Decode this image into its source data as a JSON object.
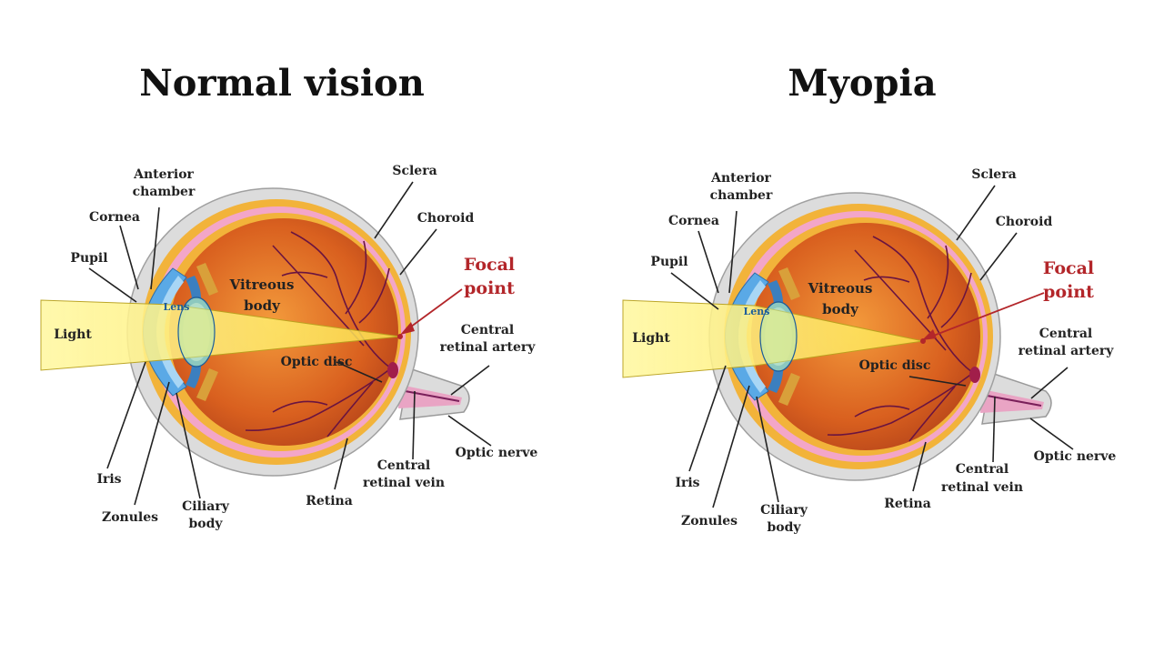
{
  "panels": [
    {
      "title": "Normal vision",
      "labels": {
        "anterior_chamber_1": "Anterior",
        "anterior_chamber_2": "chamber",
        "cornea": "Cornea",
        "pupil": "Pupil",
        "light": "Light",
        "lens": "Lens",
        "vitreous_1": "Vitreous",
        "vitreous_2": "body",
        "sclera": "Sclera",
        "choroid": "Choroid",
        "focal_1": "Focal",
        "focal_2": "point",
        "cra_1": "Central",
        "cra_2": "retinal artery",
        "optic_disc": "Optic disc",
        "optic_nerve": "Optic nerve",
        "crv_1": "Central",
        "crv_2": "retinal vein",
        "retina": "Retina",
        "iris": "Iris",
        "zonules": "Zonules",
        "ciliary_1": "Ciliary",
        "ciliary_2": "body"
      }
    },
    {
      "title": "Myopia",
      "labels": {
        "anterior_chamber_1": "Anterior",
        "anterior_chamber_2": "chamber",
        "cornea": "Cornea",
        "pupil": "Pupil",
        "light": "Light",
        "lens": "Lens",
        "vitreous_1": "Vitreous",
        "vitreous_2": "body",
        "sclera": "Sclera",
        "choroid": "Choroid",
        "focal_1": "Focal",
        "focal_2": "point",
        "cra_1": "Central",
        "cra_2": "retinal artery",
        "optic_disc": "Optic disc",
        "optic_nerve": "Optic nerve",
        "crv_1": "Central",
        "crv_2": "retinal vein",
        "retina": "Retina",
        "iris": "Iris",
        "zonules": "Zonules",
        "ciliary_1": "Ciliary",
        "ciliary_2": "body"
      }
    }
  ],
  "colors": {
    "sclera": "#dcdcdc",
    "choroid": "#f2b33a",
    "retina": "#f3a6c8",
    "vitreous": "#d9601f",
    "light_beam": "#fff59a",
    "cornea": "#5aa9e6",
    "focal_text": "#b3262a"
  }
}
